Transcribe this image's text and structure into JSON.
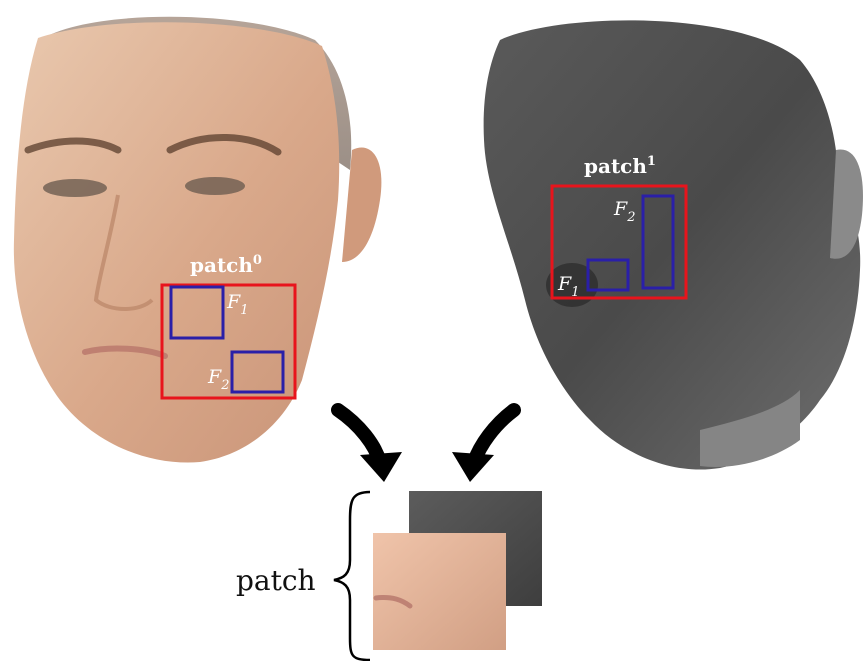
{
  "colors": {
    "patch_box": "#e8141c",
    "feature_box": "#2a1fa8",
    "label_text": "#ffffff",
    "arrow": "#000000"
  },
  "rgb_face": {
    "patch_label": "patch",
    "patch_index": "0",
    "features": [
      {
        "symbol": "F",
        "index": "1"
      },
      {
        "symbol": "F",
        "index": "2"
      }
    ]
  },
  "depth_face": {
    "patch_label": "patch",
    "patch_index": "1",
    "features": [
      {
        "symbol": "F",
        "index": "1"
      },
      {
        "symbol": "F",
        "index": "2"
      }
    ]
  },
  "combined": {
    "label": "patch"
  }
}
